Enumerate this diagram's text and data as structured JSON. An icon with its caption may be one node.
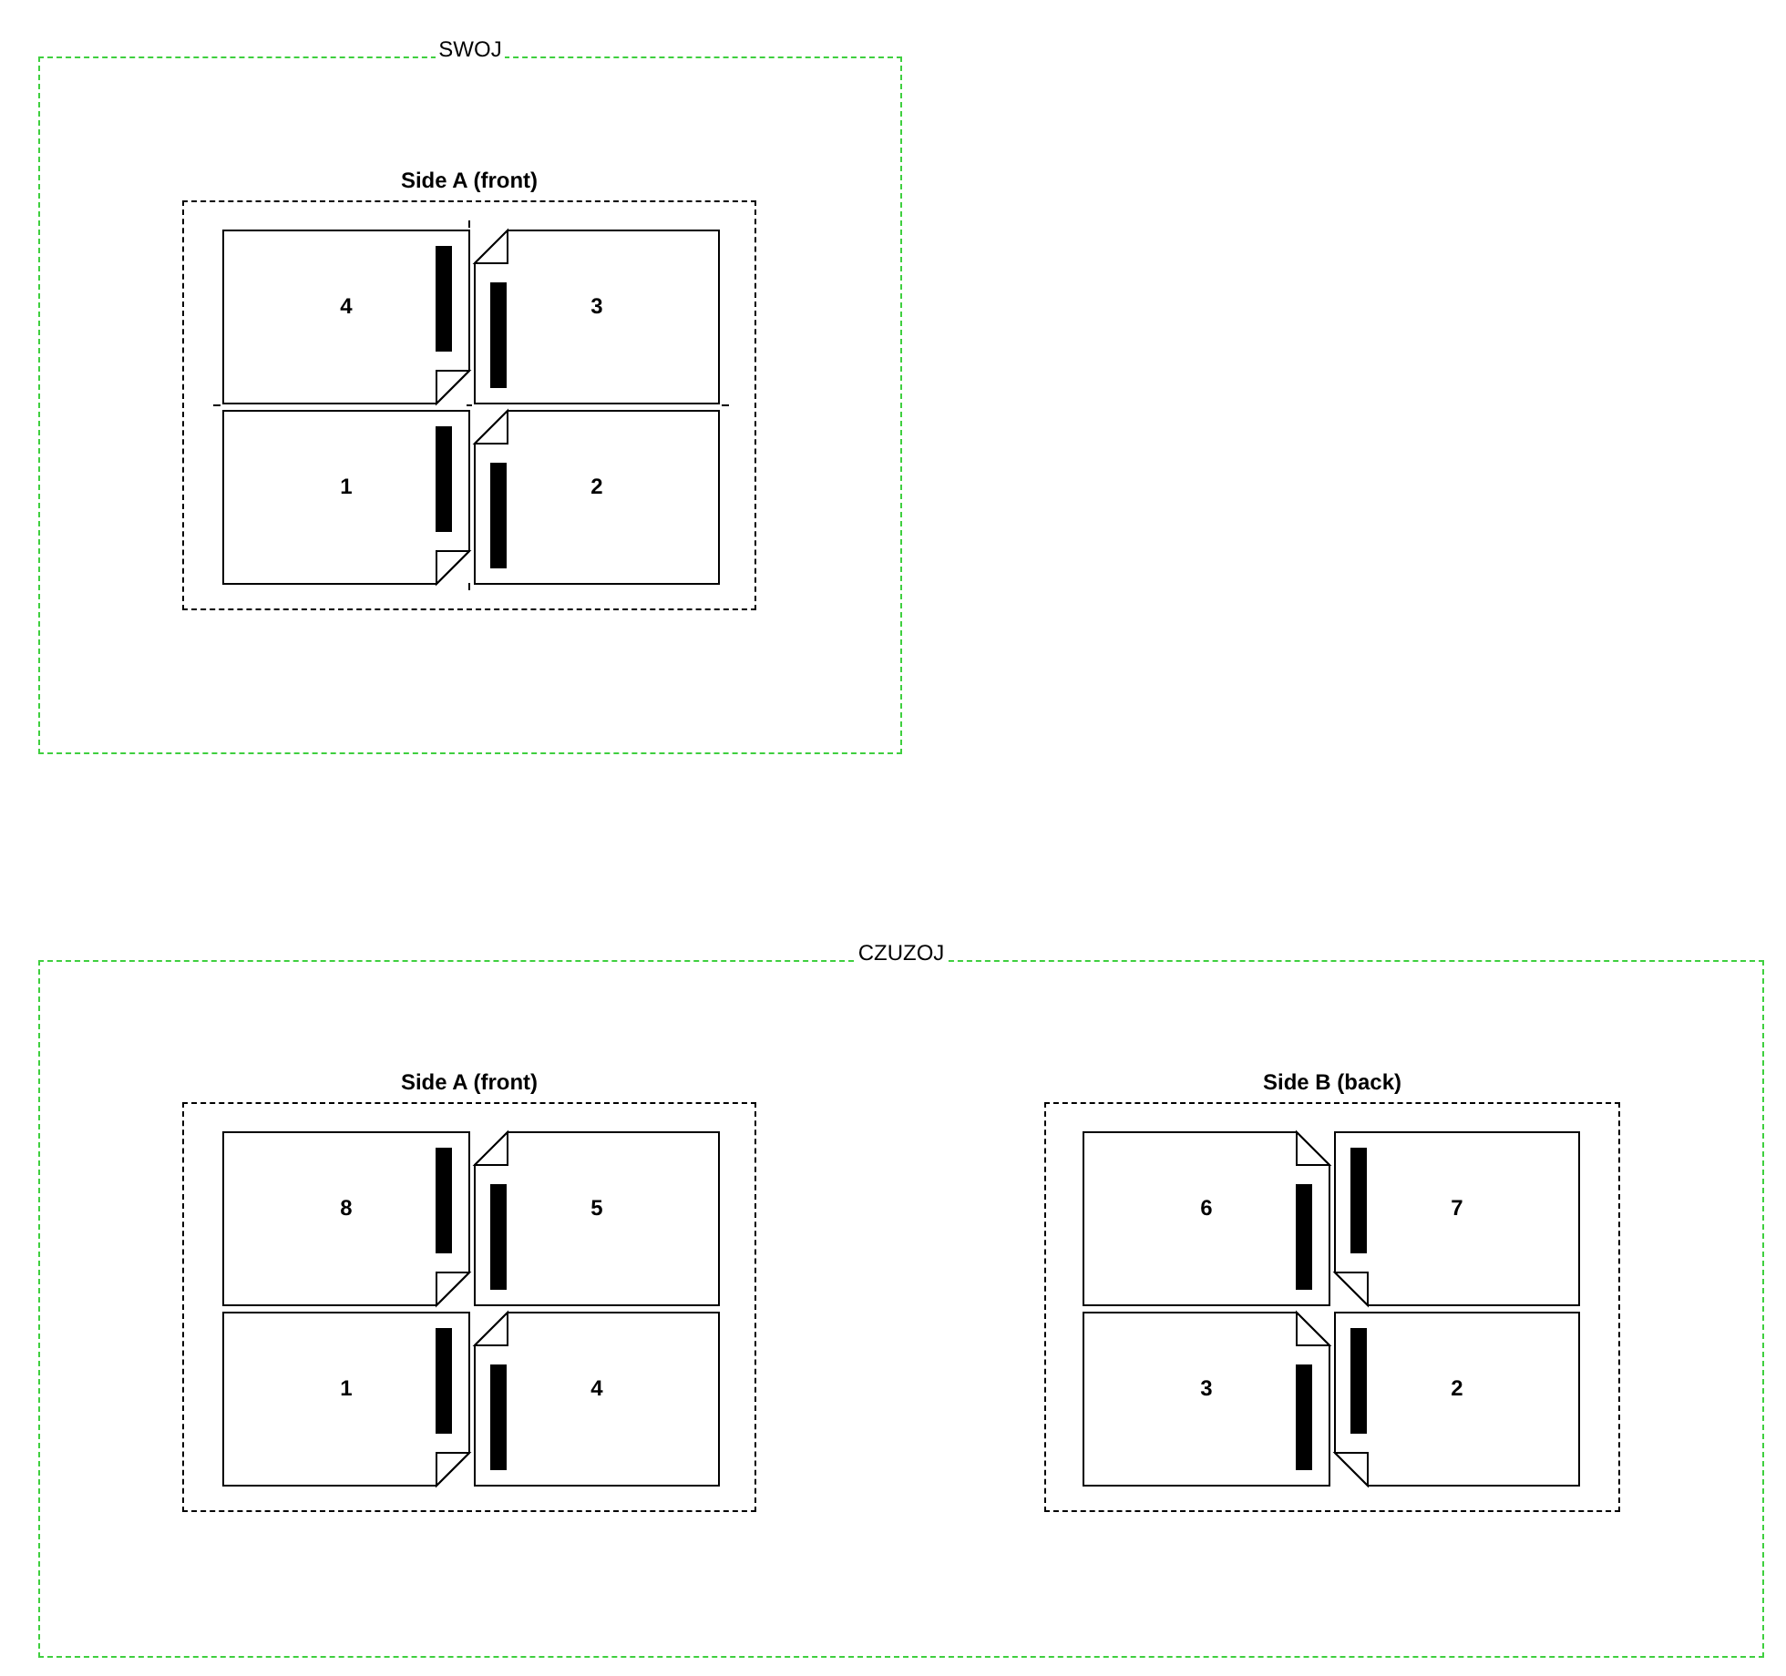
{
  "diagram": {
    "nodes": [
      {
        "text": [
          "SWOJ"
        ]
      },
      {
        "text": [
          "Side A (front)"
        ],
        "in": 0
      },
      {
        "text": [
          "4"
        ],
        "in": 1
      },
      {
        "text": [
          "3"
        ],
        "in": 1
      },
      {
        "text": [
          "1"
        ],
        "in": 1
      },
      {
        "text": [
          "2"
        ],
        "in": 1
      },
      {
        "text": [
          "CZUZOJ"
        ]
      },
      {
        "text": [
          "Side A (front)"
        ],
        "in": 6
      },
      {
        "text": [
          "8"
        ],
        "in": 7
      },
      {
        "text": [
          "5"
        ],
        "in": 7
      },
      {
        "text": [
          "1"
        ],
        "in": 7
      },
      {
        "text": [
          "4"
        ],
        "in": 7
      },
      {
        "text": [
          "Side B (back)"
        ],
        "in": 6
      },
      {
        "text": [
          "6"
        ],
        "in": 12
      },
      {
        "text": [
          "7"
        ],
        "in": 12
      },
      {
        "text": [
          "3"
        ],
        "in": 12
      },
      {
        "text": [
          "2"
        ],
        "in": 12
      }
    ]
  }
}
